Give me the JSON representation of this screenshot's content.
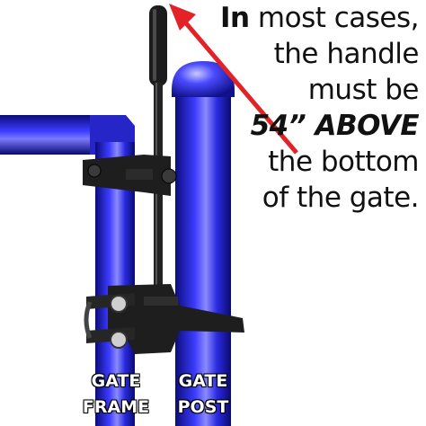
{
  "caption": {
    "line1_bold": "In",
    "line1_rest": " most cases,",
    "line2": "the handle",
    "line3": "must be",
    "line4_emphasis": "54” ABOVE",
    "line5": "the bottom",
    "line6": "of the gate."
  },
  "labels": {
    "gate_frame": [
      "GATE",
      "FRAME"
    ],
    "gate_post": [
      "GATE",
      "POST"
    ]
  },
  "colors": {
    "pipe_blue": "#2a2ae0",
    "latch_black": "#1e1e1e",
    "arrow_red": "#e32228"
  },
  "icons": {
    "arrow": "red-arrow-icon"
  }
}
